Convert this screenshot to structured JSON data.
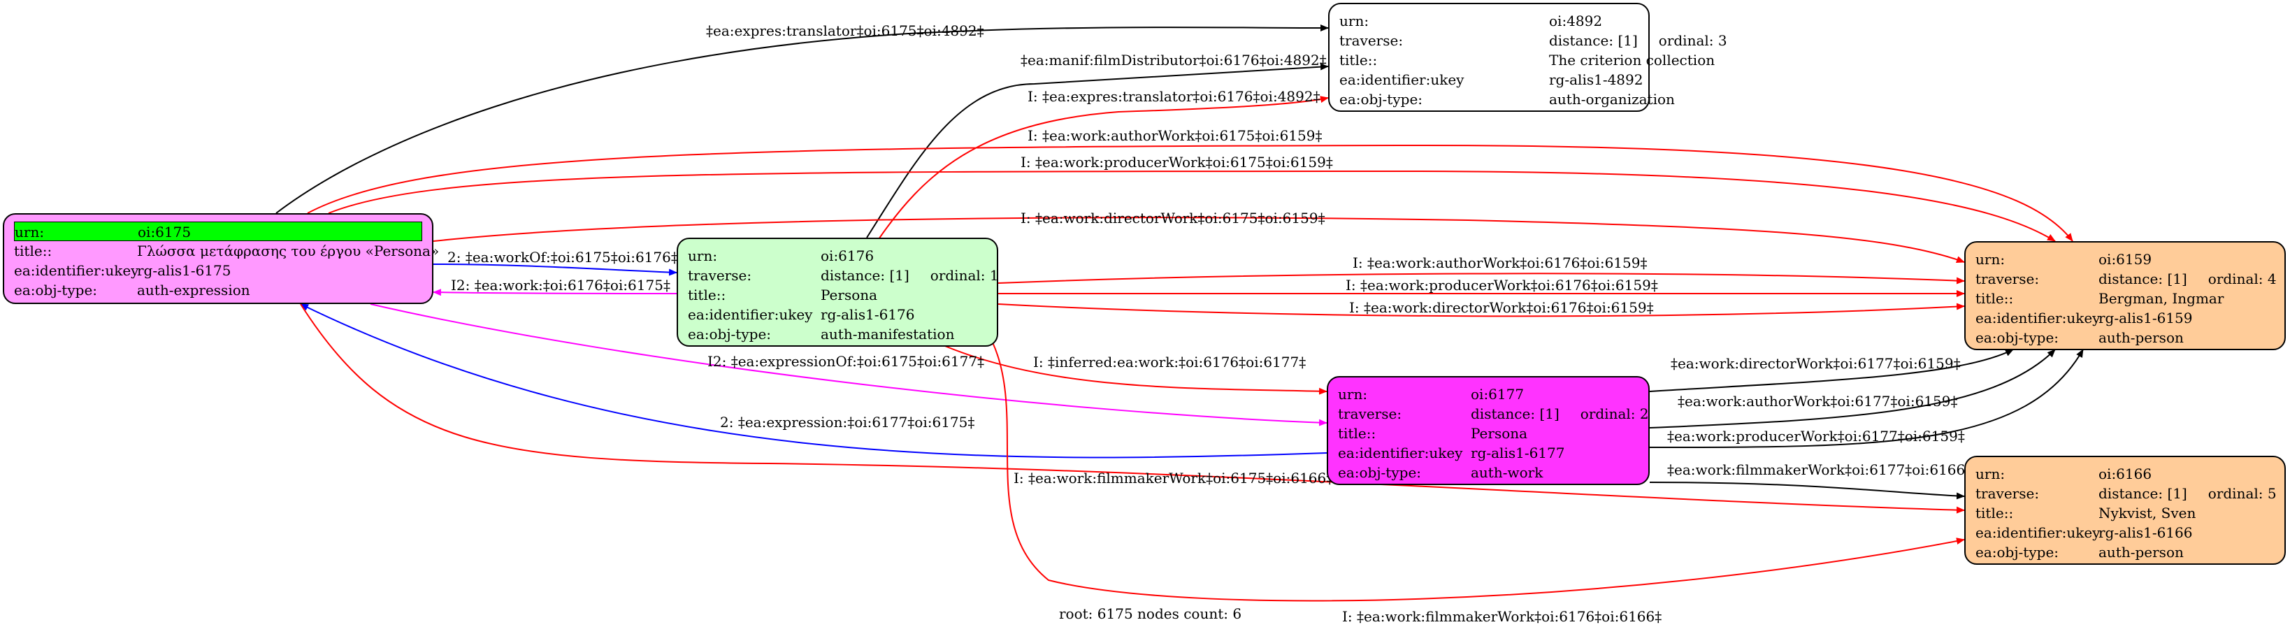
{
  "nodes": {
    "n4892": {
      "rows": [
        {
          "k": "urn:",
          "v": "oi:4892"
        },
        {
          "k": "traverse:",
          "v": "distance: [1]",
          "v2": "ordinal: 3"
        },
        {
          "k": "title::",
          "v": "The criterion collection"
        },
        {
          "k": "ea:identifier:ukey",
          "v": "rg-alis1-4892"
        },
        {
          "k": "ea:obj-type:",
          "v": "auth-organization"
        }
      ]
    },
    "n6175": {
      "rows": [
        {
          "k": "urn:",
          "v": "oi:6175"
        },
        {
          "k": "title::",
          "v": "Γλώσσα μετάφρασης του έργου «Persona»"
        },
        {
          "k": "ea:identifier:ukey",
          "v": "rg-alis1-6175"
        },
        {
          "k": "ea:obj-type:",
          "v": "auth-expression"
        }
      ]
    },
    "n6176": {
      "rows": [
        {
          "k": "urn:",
          "v": "oi:6176"
        },
        {
          "k": "traverse:",
          "v": "distance: [1]",
          "v2": "ordinal: 1"
        },
        {
          "k": "title::",
          "v": "Persona"
        },
        {
          "k": "ea:identifier:ukey",
          "v": "rg-alis1-6176"
        },
        {
          "k": "ea:obj-type:",
          "v": "auth-manifestation"
        }
      ]
    },
    "n6159": {
      "rows": [
        {
          "k": "urn:",
          "v": "oi:6159"
        },
        {
          "k": "traverse:",
          "v": "distance: [1]",
          "v2": "ordinal: 4"
        },
        {
          "k": "title::",
          "v": "Bergman, Ingmar"
        },
        {
          "k": "ea:identifier:ukey",
          "v": "rg-alis1-6159"
        },
        {
          "k": "ea:obj-type:",
          "v": "auth-person"
        }
      ]
    },
    "n6177": {
      "rows": [
        {
          "k": "urn:",
          "v": "oi:6177"
        },
        {
          "k": "traverse:",
          "v": "distance: [1]",
          "v2": "ordinal: 2"
        },
        {
          "k": "title::",
          "v": "Persona"
        },
        {
          "k": "ea:identifier:ukey",
          "v": "rg-alis1-6177"
        },
        {
          "k": "ea:obj-type:",
          "v": "auth-work"
        }
      ]
    },
    "n6166": {
      "rows": [
        {
          "k": "urn:",
          "v": "oi:6166"
        },
        {
          "k": "traverse:",
          "v": "distance: [1]",
          "v2": "ordinal: 5"
        },
        {
          "k": "title::",
          "v": "Nykvist, Sven"
        },
        {
          "k": "ea:identifier:ukey",
          "v": "rg-alis1-6166"
        },
        {
          "k": "ea:obj-type:",
          "v": "auth-person"
        }
      ]
    }
  },
  "edge_labels": {
    "e1": "‡ea:expres:translator‡oi:6175‡oi:4892‡",
    "e2": "‡ea:manif:filmDistributor‡oi:6176‡oi:4892‡",
    "e3": "I: ‡ea:expres:translator‡oi:6176‡oi:4892‡",
    "e4": "I: ‡ea:work:authorWork‡oi:6175‡oi:6159‡",
    "e5": "I: ‡ea:work:producerWork‡oi:6175‡oi:6159‡",
    "e6": "I: ‡ea:work:directorWork‡oi:6175‡oi:6159‡",
    "e7": "2: ‡ea:workOf:‡oi:6175‡oi:6176‡",
    "e8": "I2: ‡ea:work:‡oi:6176‡oi:6175‡",
    "e9": "I: ‡ea:work:authorWork‡oi:6176‡oi:6159‡",
    "e10": "I: ‡ea:work:producerWork‡oi:6176‡oi:6159‡",
    "e11": "I: ‡ea:work:directorWork‡oi:6176‡oi:6159‡",
    "e12": "I2: ‡ea:expressionOf:‡oi:6175‡oi:6177‡",
    "e13": "I: ‡inferred:ea:work:‡oi:6176‡oi:6177‡",
    "e14": "‡ea:work:directorWork‡oi:6177‡oi:6159‡",
    "e15": "‡ea:work:authorWork‡oi:6177‡oi:6159‡",
    "e16": "2: ‡ea:expression:‡oi:6177‡oi:6175‡",
    "e17": "‡ea:work:producerWork‡oi:6177‡oi:6159‡",
    "e18": "‡ea:work:filmmakerWork‡oi:6177‡oi:6166‡",
    "e19": "I: ‡ea:work:filmmakerWork‡oi:6175‡oi:6166‡",
    "e20": "I: ‡ea:work:filmmakerWork‡oi:6176‡oi:6166‡"
  },
  "footer": "root: 6175 nodes count: 6",
  "colors": {
    "n6175_fill": "#ff99ff",
    "n6175_highlight": "#00ff00",
    "n6176_fill": "#ccffcc",
    "n6177_fill": "#ff33ff",
    "person_fill": "#ffcc99",
    "n4892_fill": "#ffffff",
    "edge_red": "#ff0000",
    "edge_blue": "#0000ff",
    "edge_magenta": "#ff00ff",
    "edge_black": "#000000"
  }
}
